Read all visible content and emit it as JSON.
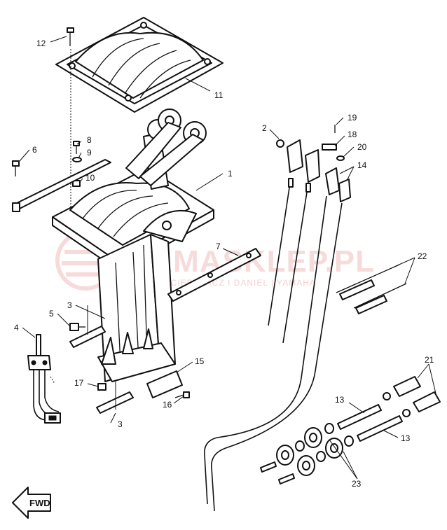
{
  "watermark": {
    "brand": "YAMASKLEP.PL",
    "tagline": "KUCIEBOWICZ I DANIEL | YAMAHA",
    "color": "#e58a8a"
  },
  "fwd_label": "FWD",
  "callouts": [
    {
      "id": "12",
      "text": "12"
    },
    {
      "id": "11",
      "text": "11"
    },
    {
      "id": "8",
      "text": "8"
    },
    {
      "id": "9",
      "text": "9"
    },
    {
      "id": "6",
      "text": "6"
    },
    {
      "id": "10",
      "text": "10"
    },
    {
      "id": "1",
      "text": "1"
    },
    {
      "id": "2",
      "text": "2"
    },
    {
      "id": "19",
      "text": "19"
    },
    {
      "id": "18",
      "text": "18"
    },
    {
      "id": "20",
      "text": "20"
    },
    {
      "id": "14",
      "text": "14"
    },
    {
      "id": "7",
      "text": "7"
    },
    {
      "id": "22",
      "text": "22"
    },
    {
      "id": "3a",
      "text": "3"
    },
    {
      "id": "5",
      "text": "5"
    },
    {
      "id": "4",
      "text": "4"
    },
    {
      "id": "15",
      "text": "15"
    },
    {
      "id": "17",
      "text": "17"
    },
    {
      "id": "16",
      "text": "16"
    },
    {
      "id": "3b",
      "text": "3"
    },
    {
      "id": "21",
      "text": "21"
    },
    {
      "id": "13a",
      "text": "13"
    },
    {
      "id": "13b",
      "text": "13"
    },
    {
      "id": "23",
      "text": "23"
    }
  ]
}
